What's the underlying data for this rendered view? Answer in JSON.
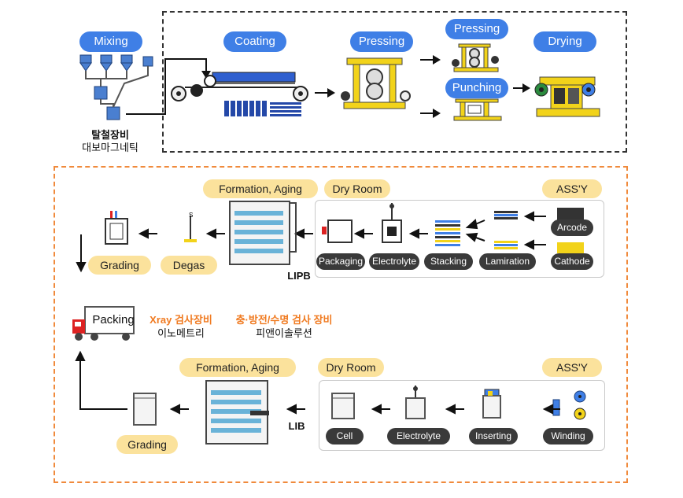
{
  "top": {
    "mixing": "Mixing",
    "coating": "Coating",
    "pressing_1": "Pressing",
    "pressing_2": "Pressing",
    "punching": "Punching",
    "drying": "Drying",
    "equipment_name": "탈철장비",
    "company_name": "대보마그네틱"
  },
  "lipb": {
    "formation_aging": "Formation, Aging",
    "dry_room": "Dry Room",
    "assy": "ASS'Y",
    "arcode": "Arcode",
    "cathode": "Cathode",
    "lamiration": "Lamiration",
    "stacking": "Stacking",
    "electrolyte": "Electrolyte",
    "packaging": "Packaging",
    "grading": "Grading",
    "degas": "Degas",
    "line_label": "LIPB"
  },
  "middle": {
    "packing": "Packing",
    "xray_title": "Xray 검사장비",
    "xray_company": "이노메트리",
    "charge_title": "충·방전/수명 검사 장비",
    "charge_company": "피앤이솔루션"
  },
  "lib": {
    "formation_aging": "Formation, Aging",
    "dry_room": "Dry Room",
    "assy": "ASS'Y",
    "cell": "Cell",
    "electrolyte": "Electrolyte",
    "inserting": "Inserting",
    "winding": "Winding",
    "grading": "Grading",
    "line_label": "LIB"
  }
}
